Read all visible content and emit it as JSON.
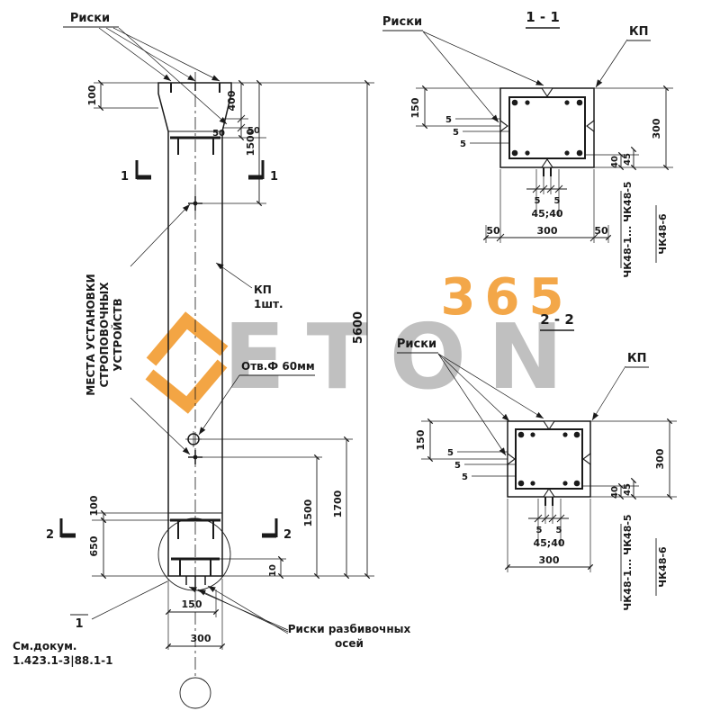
{
  "meta": {
    "ink": "#1a1a1a",
    "accent": "#f2a03a",
    "watermark_gray": "#a6a6a6"
  },
  "watermark": {
    "number": "365",
    "brand": "ETON"
  },
  "elevation": {
    "riski_label": "Риски",
    "places_line1": "МЕСТА УСТАНОВКИ",
    "places_line2": "СТРОПОВОЧНЫХ",
    "places_line3": "УСТРОЙСТВ",
    "kp_line1": "КП",
    "kp_line2": "1шт.",
    "hole_label": "Отв.Ф 60мм",
    "axes_line1": "Риски разбивочных",
    "axes_line2": "осей",
    "doc_line1": "См.докум.",
    "doc_line2": "1.423.1-3|88.1-1",
    "detail_marker": "1",
    "section1_label": "1",
    "section2_label": "2",
    "dims": {
      "top_offset": "100",
      "d400": "400",
      "d50a": "50",
      "d50b": "50",
      "d1500_top": "1500",
      "total": "5600",
      "d1700": "1700",
      "d1500_bot": "1500",
      "d100_bot": "100",
      "d650": "650",
      "d10": "10",
      "d150": "150",
      "d300": "300"
    }
  },
  "section11": {
    "title": "1 - 1",
    "riski_label": "Риски",
    "kp_label": "КП",
    "mark_range": "ЧК48-1... ЧК48-5",
    "mark_last": "ЧК48-6",
    "dims": {
      "h150": "150",
      "w300": "300",
      "d40": "40",
      "d45": "45",
      "d5": "5",
      "d4540": "45;40",
      "d50l": "50",
      "w300b": "300",
      "d50r": "50"
    }
  },
  "section22": {
    "title": "2 - 2",
    "riski_label": "Риски",
    "kp_label": "КП",
    "mark_range": "ЧК48-1... ЧК48-5",
    "mark_last": "ЧК48-6",
    "dims": {
      "h150": "150",
      "w300": "300",
      "d40": "40",
      "d45": "45",
      "d5": "5",
      "d4540": "45;40",
      "w300b": "300"
    }
  }
}
